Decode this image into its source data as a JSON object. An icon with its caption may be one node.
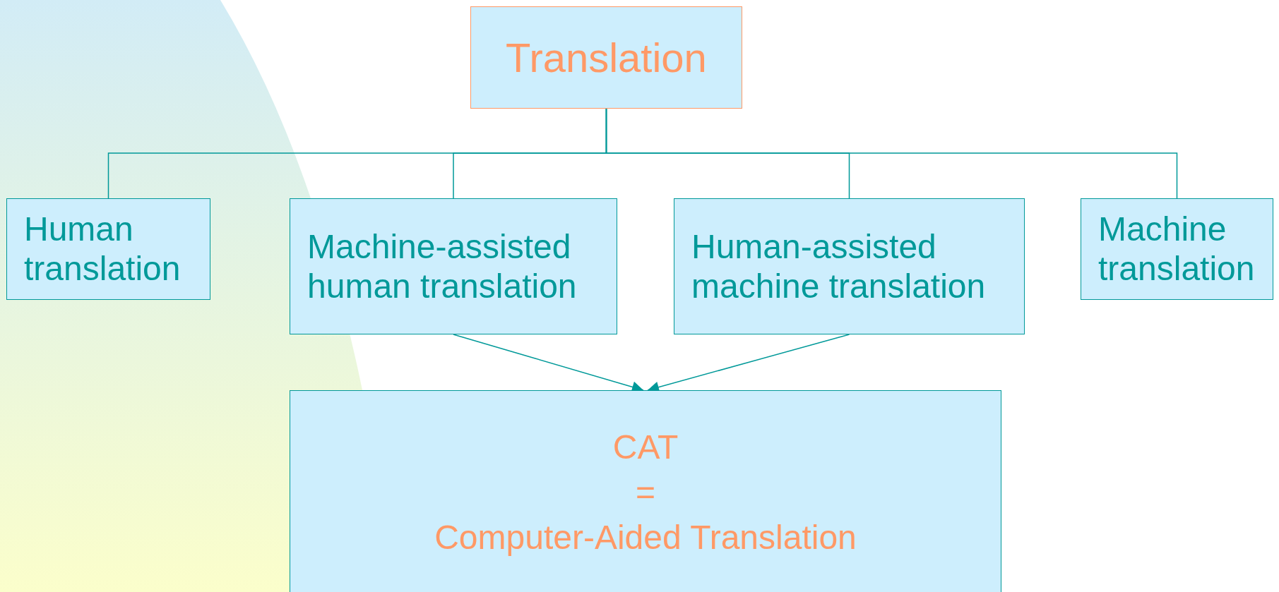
{
  "diagram": {
    "nodes": [
      {
        "text": [
          "Translation"
        ]
      },
      {
        "text": [
          "Human translation"
        ]
      },
      {
        "text": [
          "Machine-assisted human translation"
        ]
      },
      {
        "text": [
          "Human-assisted machine translation"
        ]
      },
      {
        "text": [
          "Machine translation"
        ]
      },
      {
        "text": [
          "CAT",
          "=",
          "Computer-Aided Translation"
        ]
      }
    ],
    "edges": [
      {
        "from": 0,
        "to": 1,
        "arrow": "none"
      },
      {
        "from": 0,
        "to": 2,
        "arrow": "none"
      },
      {
        "from": 0,
        "to": 3,
        "arrow": "none"
      },
      {
        "from": 0,
        "to": 4,
        "arrow": "none"
      },
      {
        "from": 2,
        "to": 5,
        "arrow": "to"
      },
      {
        "from": 3,
        "to": 5,
        "arrow": "to"
      }
    ]
  }
}
